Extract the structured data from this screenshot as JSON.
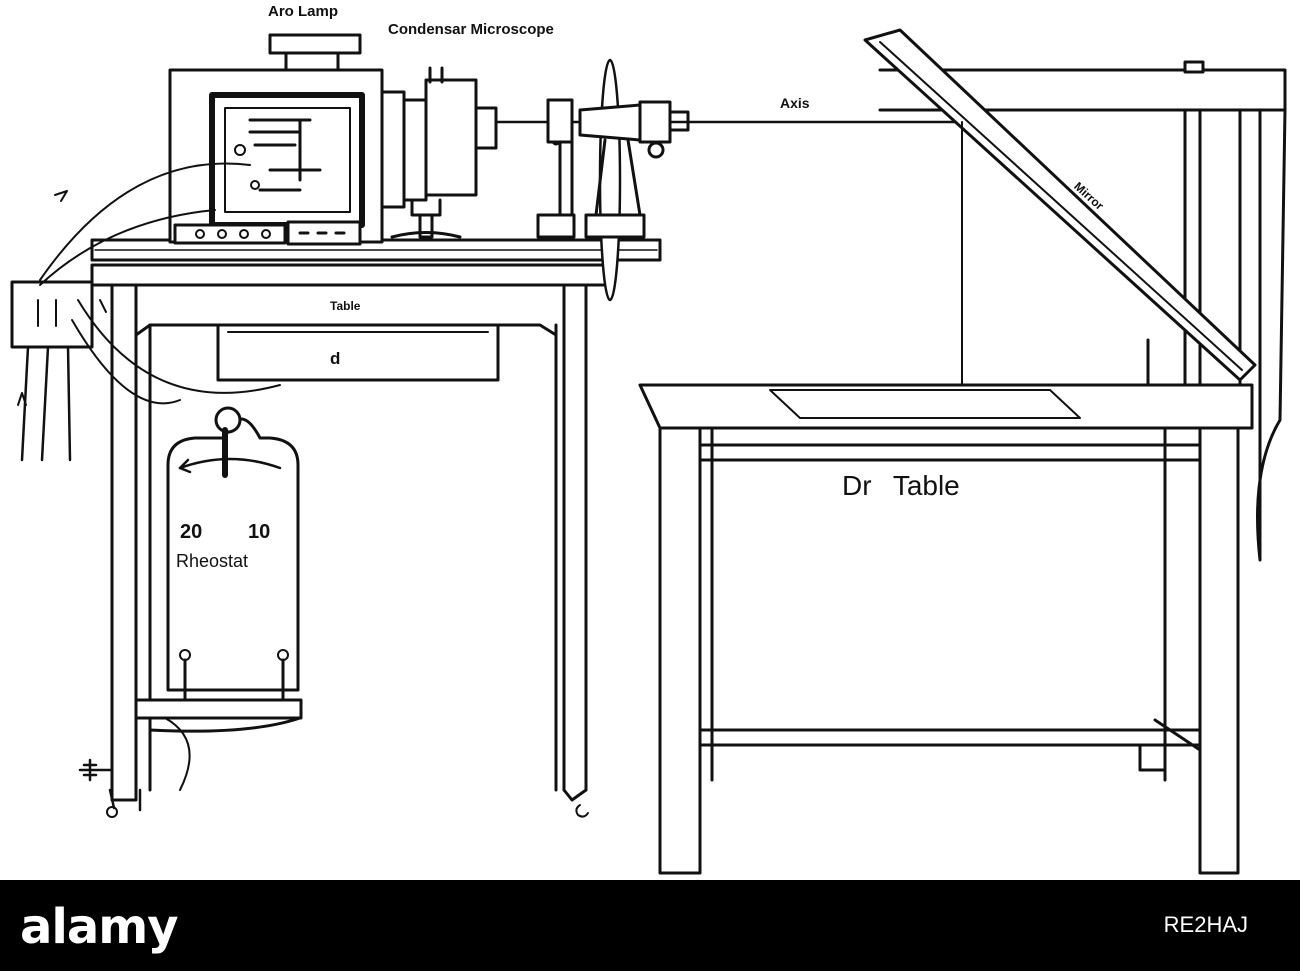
{
  "figure": {
    "labels": {
      "arc_lamp": "Aro Lamp",
      "condenser_microscope": "Condensar Microscope",
      "axis": "Axis",
      "mirror": "Mirror",
      "table": "Table",
      "drawer": "d",
      "drawing_table": "Dr Table",
      "rheostat": "Rheostat",
      "scale_left": "20",
      "scale_right": "10"
    },
    "line_color": "#111111"
  },
  "watermark": {
    "logo": "alamy",
    "image_id": "RE2HAJ",
    "bar_color": "#000000"
  }
}
